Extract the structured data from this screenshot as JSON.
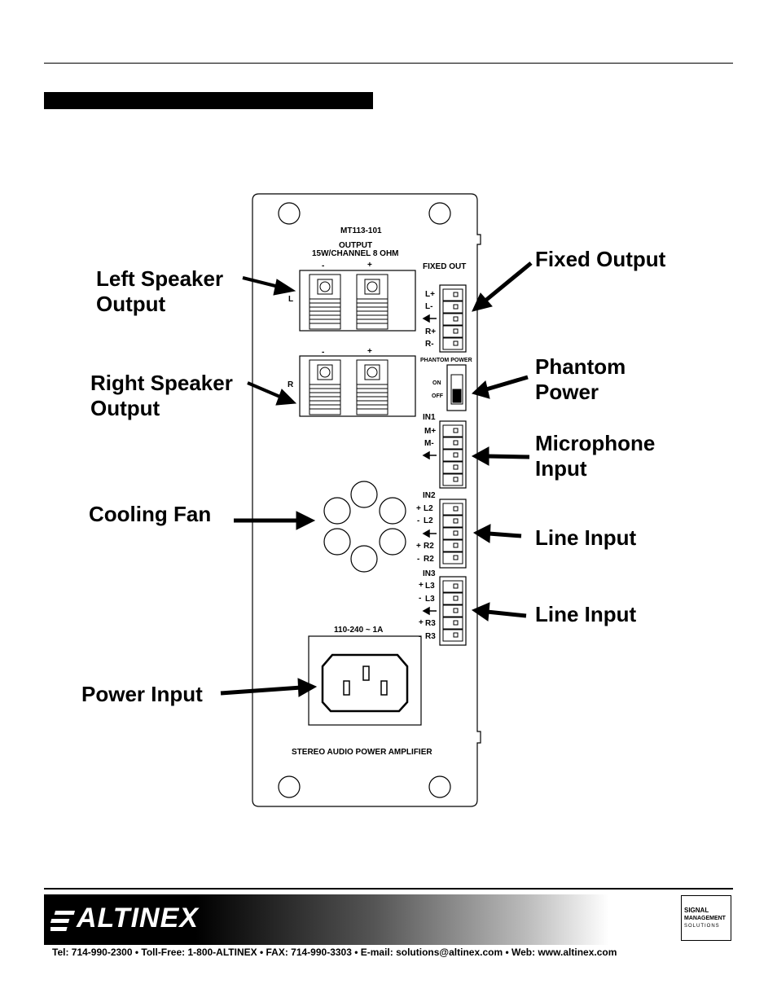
{
  "panel": {
    "model": "MT113-101",
    "output_label": "OUTPUT",
    "output_spec": "15W/CHANNEL 8 OHM",
    "left_channel": "L",
    "right_channel": "R",
    "minus": "-",
    "plus": "+",
    "fixed_out": "FIXED OUT",
    "fixed_pins": [
      "L+",
      "L-",
      "R+",
      "R-"
    ],
    "phantom_power": "PHANTOM POWER",
    "switch_on": "ON",
    "switch_off": "OFF",
    "in1": "IN1",
    "in1_pins": [
      "M+",
      "M-"
    ],
    "in2": "IN2",
    "in2_pins": [
      "L2",
      "L2",
      "R2",
      "R2"
    ],
    "in3": "IN3",
    "in3_pins": [
      "L3",
      "L3",
      "R3",
      "R3"
    ],
    "power_rating": "110-240 ~ 1A",
    "footer_label": "STEREO AUDIO POWER AMPLIFIER"
  },
  "callouts": {
    "left_speaker": "Left Speaker\nOutput",
    "right_speaker": "Right Speaker\nOutput",
    "cooling_fan": "Cooling Fan",
    "power_input": "Power Input",
    "fixed_output": "Fixed Output",
    "phantom_power": "Phantom\nPower",
    "microphone_input": "Microphone\nInput",
    "line_input_1": "Line Input",
    "line_input_2": "Line Input"
  },
  "footer": {
    "brand": "ALTINEX",
    "sms_lines": [
      "SIGNAL",
      "MANAGEMENT",
      "SOLUTIONS"
    ],
    "contact": "Tel: 714-990-2300 • Toll-Free: 1-800-ALTINEX • FAX: 714-990-3303 • E-mail: solutions@altinex.com • Web: www.altinex.com"
  }
}
